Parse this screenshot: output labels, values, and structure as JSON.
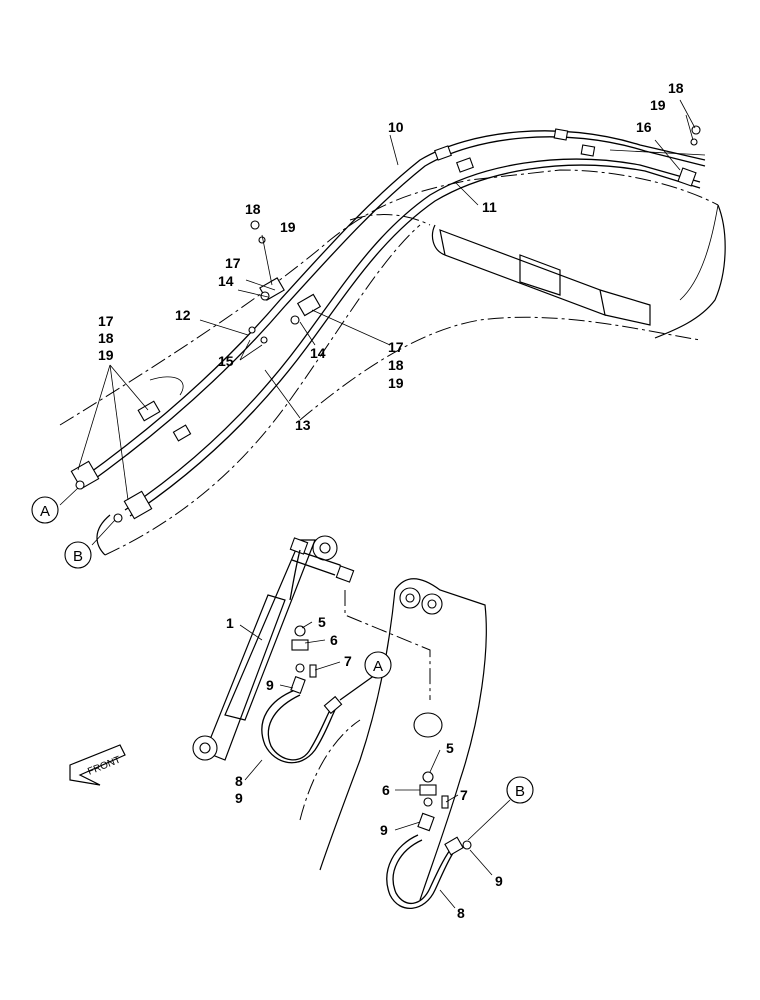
{
  "callouts": {
    "c1": "1",
    "c5a": "5",
    "c6a": "6",
    "c7a": "7",
    "c9a": "9",
    "c8a": "8",
    "c9b": "9",
    "c5b": "5",
    "c6b": "6",
    "c7b": "7",
    "c9c": "9",
    "c9d": "9",
    "c8b": "8",
    "c10": "10",
    "c11": "11",
    "c12": "12",
    "c13": "13",
    "c14a": "14",
    "c14b": "14",
    "c15": "15",
    "c16": "16",
    "c17a": "17",
    "c17b": "17",
    "c17c": "17",
    "c18a": "18",
    "c18b": "18",
    "c18c": "18",
    "c18d": "18",
    "c19a": "19",
    "c19b": "19",
    "c19c": "19",
    "c19d": "19"
  },
  "refs": {
    "a1": "A",
    "b1": "B",
    "a2": "A",
    "b2": "B"
  },
  "front_label": "FRONT"
}
